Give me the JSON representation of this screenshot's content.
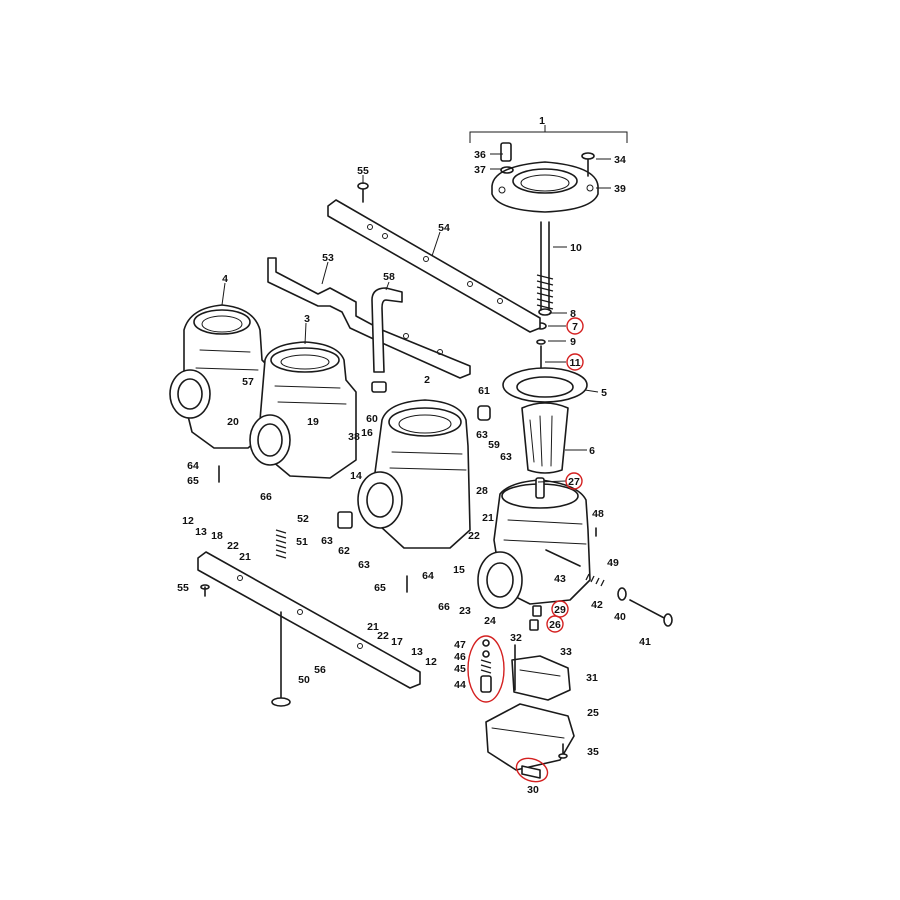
{
  "highlight_color": "#d42020",
  "callouts": [
    {
      "label": "1"
    },
    {
      "label": "36"
    },
    {
      "label": "37"
    },
    {
      "label": "34"
    },
    {
      "label": "39"
    },
    {
      "label": "55"
    },
    {
      "label": "54"
    },
    {
      "label": "10"
    },
    {
      "label": "53"
    },
    {
      "label": "58"
    },
    {
      "label": "4"
    },
    {
      "label": "3"
    },
    {
      "label": "8"
    },
    {
      "label": "7",
      "circled": true
    },
    {
      "label": "9"
    },
    {
      "label": "11",
      "circled": true
    },
    {
      "label": "5"
    },
    {
      "label": "57"
    },
    {
      "label": "2"
    },
    {
      "label": "61"
    },
    {
      "label": "60"
    },
    {
      "label": "20"
    },
    {
      "label": "19"
    },
    {
      "label": "38"
    },
    {
      "label": "16"
    },
    {
      "label": "63"
    },
    {
      "label": "59"
    },
    {
      "label": "63"
    },
    {
      "label": "6"
    },
    {
      "label": "14"
    },
    {
      "label": "27",
      "circled": true
    },
    {
      "label": "28"
    },
    {
      "label": "64"
    },
    {
      "label": "65"
    },
    {
      "label": "66"
    },
    {
      "label": "12"
    },
    {
      "label": "13"
    },
    {
      "label": "18"
    },
    {
      "label": "22"
    },
    {
      "label": "21"
    },
    {
      "label": "52"
    },
    {
      "label": "51"
    },
    {
      "label": "63"
    },
    {
      "label": "62"
    },
    {
      "label": "63"
    },
    {
      "label": "21"
    },
    {
      "label": "22"
    },
    {
      "label": "48"
    },
    {
      "label": "15"
    },
    {
      "label": "43"
    },
    {
      "label": "49"
    },
    {
      "label": "55"
    },
    {
      "label": "64"
    },
    {
      "label": "65"
    },
    {
      "label": "66"
    },
    {
      "label": "21"
    },
    {
      "label": "22"
    },
    {
      "label": "17"
    },
    {
      "label": "13"
    },
    {
      "label": "12"
    },
    {
      "label": "23"
    },
    {
      "label": "24"
    },
    {
      "label": "29",
      "circled": true
    },
    {
      "label": "26",
      "circled": true
    },
    {
      "label": "42"
    },
    {
      "label": "40"
    },
    {
      "label": "41"
    },
    {
      "label": "47"
    },
    {
      "label": "46"
    },
    {
      "label": "45"
    },
    {
      "label": "44"
    },
    {
      "label": "32"
    },
    {
      "label": "33"
    },
    {
      "label": "31"
    },
    {
      "label": "56"
    },
    {
      "label": "50"
    },
    {
      "label": "25"
    },
    {
      "label": "35"
    },
    {
      "label": "30"
    }
  ]
}
